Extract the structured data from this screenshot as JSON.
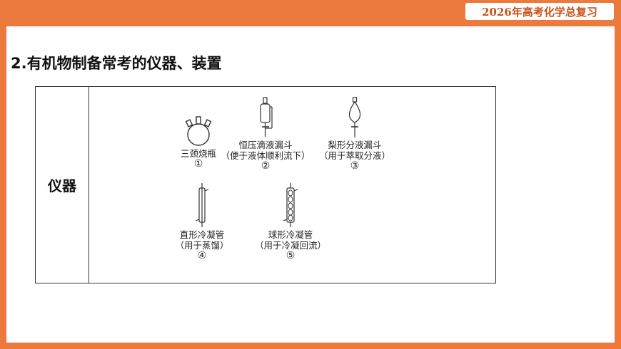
{
  "header": {
    "badge": "2026年高考化学总复习"
  },
  "section": {
    "title": "2.有机物制备常考的仪器、装置"
  },
  "table": {
    "row_label": "仪器",
    "items": [
      {
        "name": "三颈烧瓶",
        "note": "",
        "number": "①",
        "icon": "three-neck-flask-icon"
      },
      {
        "name": "恒压滴液漏斗",
        "note": "（便于液体顺利流下）",
        "number": "②",
        "icon": "pressure-equalizing-funnel-icon"
      },
      {
        "name": "梨形分液漏斗",
        "note": "（用于萃取分液）",
        "number": "③",
        "icon": "separatory-funnel-icon"
      },
      {
        "name": "直形冷凝管",
        "note": "（用于蒸馏）",
        "number": "④",
        "icon": "straight-condenser-icon"
      },
      {
        "name": "球形冷凝管",
        "note": "（用于冷凝回流）",
        "number": "⑤",
        "icon": "bulb-condenser-icon"
      }
    ]
  }
}
